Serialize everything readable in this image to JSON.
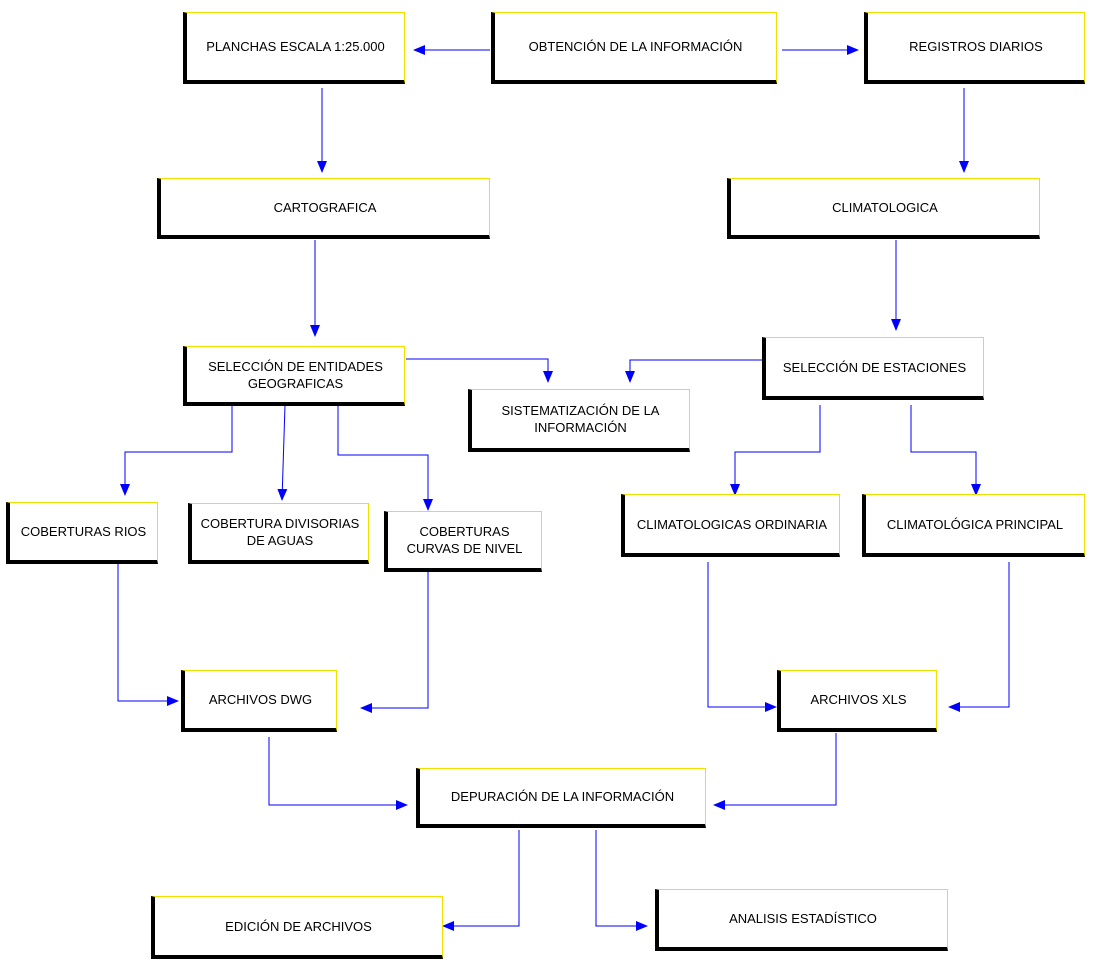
{
  "nodes": {
    "obtencion": "OBTENCIÓN DE LA INFORMACIÓN",
    "planchas": "PLANCHAS ESCALA 1:25.000",
    "registros": "REGISTROS DIARIOS",
    "cartografica": "CARTOGRAFICA",
    "climatologica": "CLIMATOLOGICA",
    "seleccion_entidades": "SELECCIÓN DE ENTIDADES\nGEOGRAFICAS",
    "seleccion_estaciones": "SELECCIÓN DE ESTACIONES",
    "sistematizacion": "SISTEMATIZACIÓN DE LA\nINFORMACIÓN",
    "coberturas_rios": "COBERTURAS RIOS",
    "cobertura_divisorias": "COBERTURA DIVISORIAS\nDE AGUAS",
    "coberturas_curvas": "COBERTURAS\nCURVAS DE NIVEL",
    "clim_ordinaria": "CLIMATOLOGICAS ORDINARIA",
    "clim_principal": "CLIMATOLÓGICA PRINCIPAL",
    "archivos_dwg": "ARCHIVOS DWG",
    "archivos_xls": "ARCHIVOS XLS",
    "depuracion": "DEPURACIÓN DE LA INFORMACIÓN",
    "edicion": "EDICIÓN DE ARCHIVOS",
    "analisis": "ANALISIS ESTADÍSTICO"
  },
  "colors": {
    "arrow": "#0000ff",
    "box_border": "#f0e000",
    "box_shadow": "#000000"
  }
}
